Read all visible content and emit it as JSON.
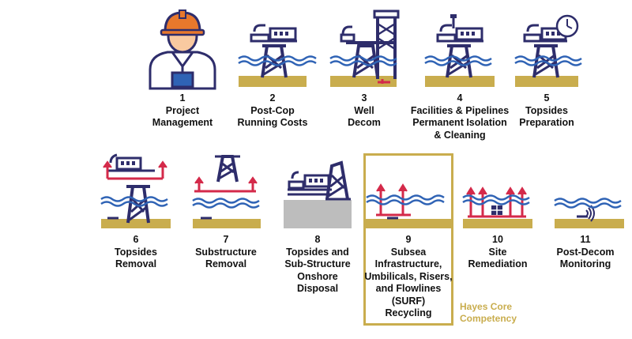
{
  "colors": {
    "navy": "#2E2D6B",
    "water": "#2F63B5",
    "seabed": "#C9AD4E",
    "lift": "#D42A4A",
    "concrete": "#BDBDBD",
    "accent_gold": "#C9AD4E",
    "skin": "#F9C9A0"
  },
  "steps": [
    {
      "num": "1",
      "lines": [
        "Project",
        "Management"
      ],
      "icon": "worker-icon"
    },
    {
      "num": "2",
      "lines": [
        "Post-Cop",
        "Running Costs"
      ],
      "icon": "platform-icon"
    },
    {
      "num": "3",
      "lines": [
        "Well",
        "Decom"
      ],
      "icon": "drilling-rig-icon"
    },
    {
      "num": "4",
      "lines": [
        "Facilities & Pipelines",
        "Permanent Isolation",
        "& Cleaning"
      ],
      "icon": "platform-isolation-icon"
    },
    {
      "num": "5",
      "lines": [
        "Topsides",
        "Preparation"
      ],
      "icon": "platform-clock-icon"
    },
    {
      "num": "6",
      "lines": [
        "Topsides",
        "Removal"
      ],
      "icon": "topsides-removal-icon"
    },
    {
      "num": "7",
      "lines": [
        "Substructure",
        "Removal"
      ],
      "icon": "substructure-removal-icon"
    },
    {
      "num": "8",
      "lines": [
        "Topsides and",
        "Sub-Structure",
        "Onshore",
        "Disposal"
      ],
      "icon": "onshore-disposal-icon"
    },
    {
      "num": "9",
      "lines": [
        "Subsea",
        "Infrastructure,",
        "Umbilicals, Risers,",
        "and Flowlines",
        "(SURF)",
        "Recycling"
      ],
      "icon": "subsea-recycling-icon"
    },
    {
      "num": "10",
      "lines": [
        "Site",
        "Remediation"
      ],
      "icon": "site-remediation-icon"
    },
    {
      "num": "11",
      "lines": [
        "Post-Decom",
        "Monitoring"
      ],
      "icon": "monitoring-icon"
    }
  ],
  "highlight": {
    "lines": [
      "Hayes Core",
      "Competency"
    ]
  }
}
